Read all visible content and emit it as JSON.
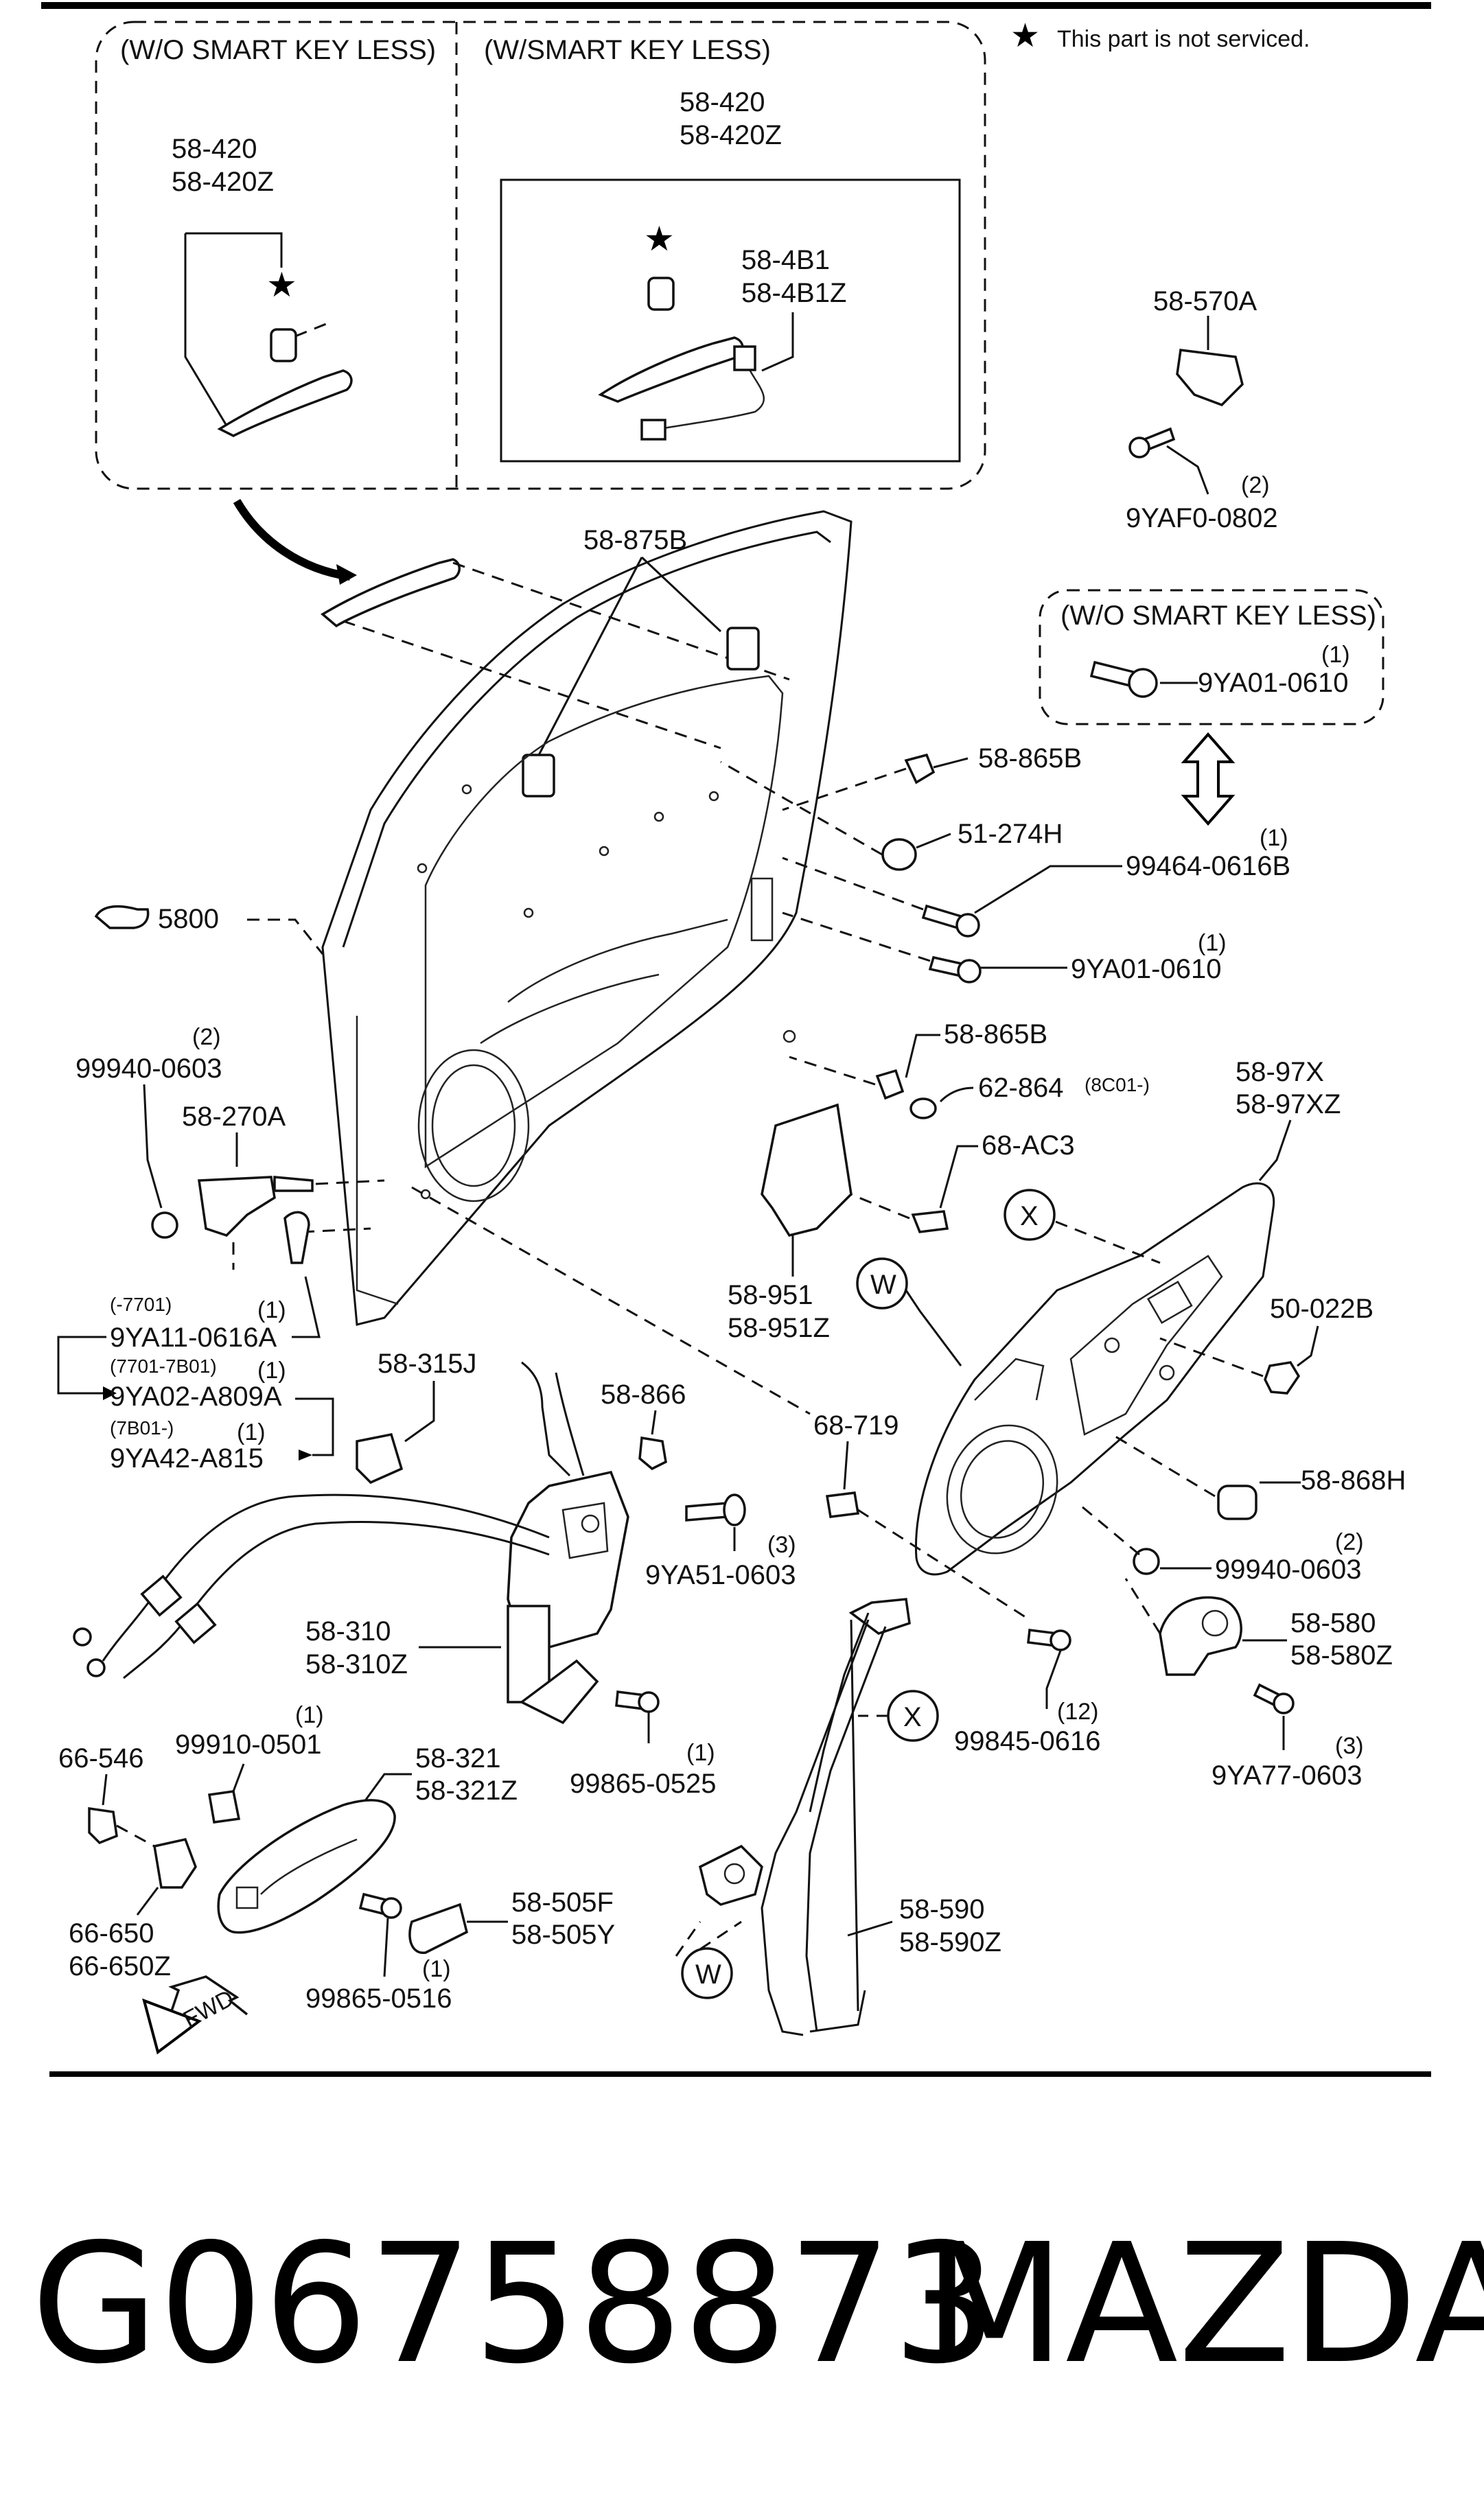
{
  "note": "This part is not serviced.",
  "inset_left_title": "(W/O SMART KEY LESS)",
  "inset_right_title": "(W/SMART KEY LESS)",
  "inset_small_title": "(W/O SMART KEY LESS)",
  "labels": {
    "handle_l1": "58-420",
    "handle_l2": "58-420Z",
    "handle_r1": "58-420",
    "handle_r2": "58-420Z",
    "sensor1": "58-4B1",
    "sensor2": "58-4B1Z",
    "p58570A": "58-570A",
    "q2a": "(2)",
    "p9YAF0": "9YAF0-0802",
    "q1a": "(1)",
    "p9YA01a": "9YA01-0610",
    "p58875B": "58-875B",
    "p58865B_top": "58-865B",
    "p51274H": "51-274H",
    "q1b": "(1)",
    "p99464": "99464-0616B",
    "q1c": "(1)",
    "p9YA01b": "9YA01-0610",
    "p5800": "5800",
    "q2b": "(2)",
    "p99940a": "99940-0603",
    "p58270A": "58-270A",
    "p58865B": "58-865B",
    "p62864": "62-864",
    "p62864note": "(8C01-)",
    "p68AC3": "68-AC3",
    "p5897X": "58-97X",
    "p5897XZ": "58-97XZ",
    "markX1": "X",
    "markW1": "W",
    "p58951": "58-951",
    "p58951Z": "58-951Z",
    "r7701": "(-7701)",
    "q1d": "(1)",
    "p9YA11": "9YA11-0616A",
    "r77017B01": "(7701-7B01)",
    "q1e": "(1)",
    "p9YA02": "9YA02-A809A",
    "r7B01": "(7B01-)",
    "q1f": "(1)",
    "p9YA42": "9YA42-A815",
    "p50022B": "50-022B",
    "p58315J": "58-315J",
    "p58866": "58-866",
    "p68719": "68-719",
    "q3a": "(3)",
    "p9YA51": "9YA51-0603",
    "p58868H": "58-868H",
    "q2c": "(2)",
    "p99940b": "99940-0603",
    "p58310": "58-310",
    "p58310Z": "58-310Z",
    "p58580": "58-580",
    "p58580Z": "58-580Z",
    "markX2": "X",
    "q12": "(12)",
    "p99845": "99845-0616",
    "q3b": "(3)",
    "p9YA77": "9YA77-0603",
    "q1g": "(1)",
    "p99910": "99910-0501",
    "p66546": "66-546",
    "p58321": "58-321",
    "p58321Z": "58-321Z",
    "q1h": "(1)",
    "p99865a": "99865-0525",
    "p66650": "66-650",
    "p66650Z": "66-650Z",
    "p58505F": "58-505F",
    "p58505Y": "58-505Y",
    "p58590": "58-590",
    "p58590Z": "58-590Z",
    "q1i": "(1)",
    "p99865b": "99865-0516",
    "markW2": "W",
    "fwd": "FWD"
  },
  "part_number": "G06758873",
  "brand": "MAZDA"
}
